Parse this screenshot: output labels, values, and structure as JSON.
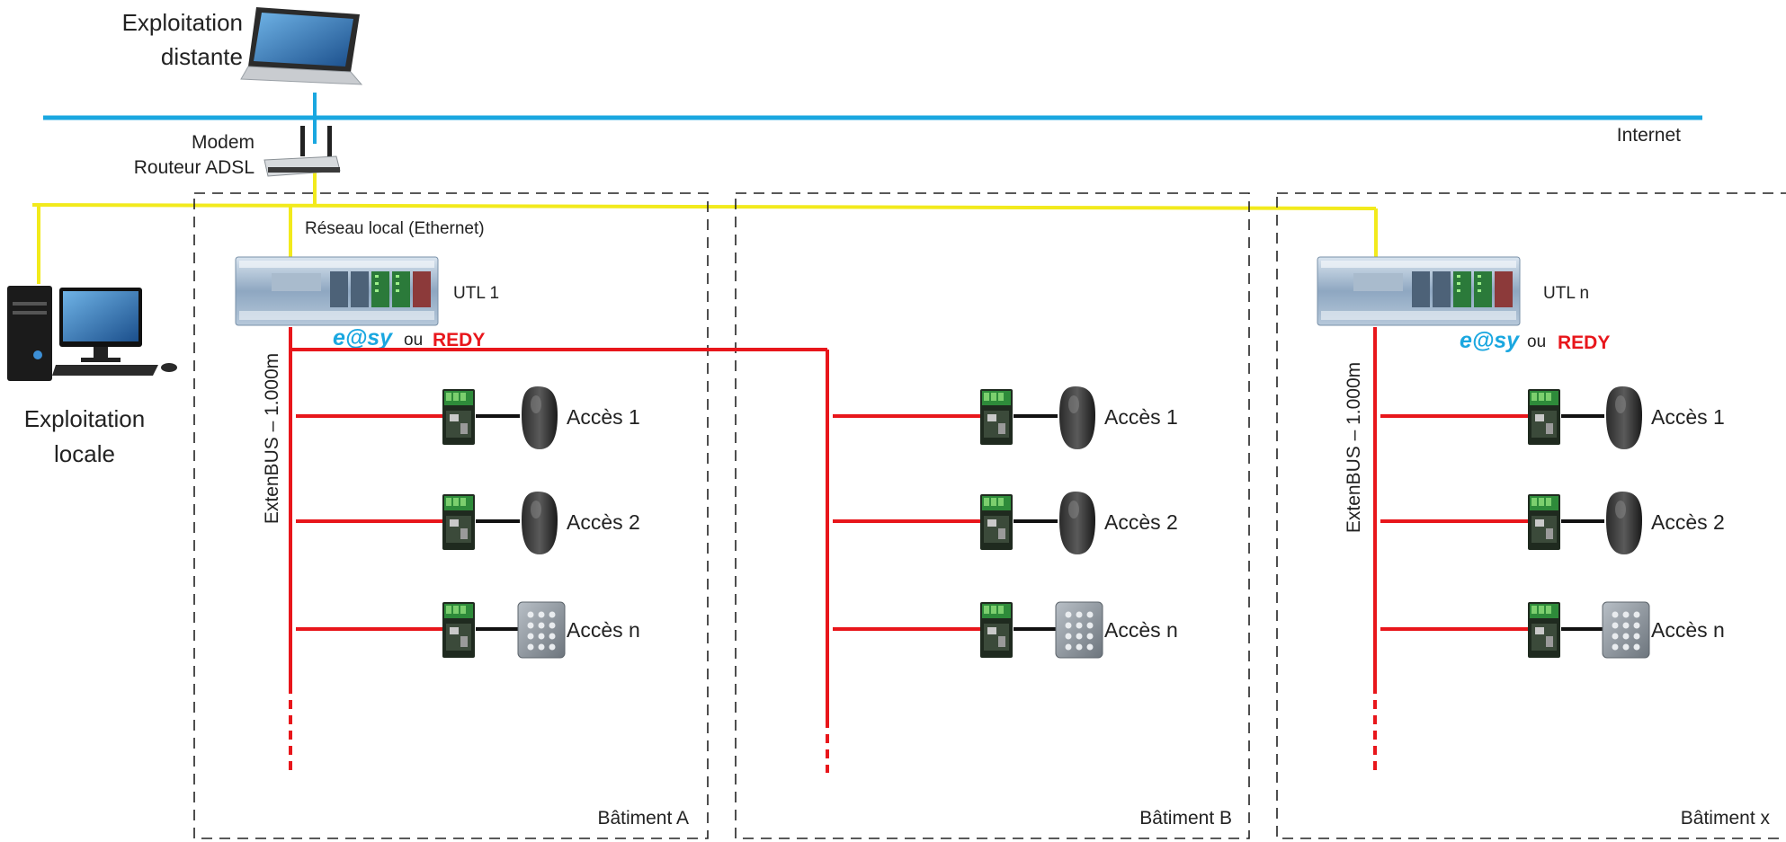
{
  "remote": {
    "label_line1": "Exploitation",
    "label_line2": "distante"
  },
  "internet": {
    "label": "Internet"
  },
  "modem": {
    "label_line1": "Modem",
    "label_line2": "Routeur ADSL"
  },
  "lan": {
    "label": "Réseau local (Ethernet)"
  },
  "local": {
    "label_line1": "Exploitation",
    "label_line2": "locale"
  },
  "controllers": [
    {
      "name": "UTL 1",
      "brand_easy": "e@sy",
      "brand_or": "ou",
      "brand_redy_red": "RED",
      "brand_redy_y": "Y"
    },
    {
      "name": "UTL n",
      "brand_easy": "e@sy",
      "brand_or": "ou",
      "brand_redy_red": "RED",
      "brand_redy_y": "Y"
    }
  ],
  "bus_label": "ExtenBUS – 1.000m",
  "buildings": [
    {
      "name": "Bâtiment A",
      "access": [
        "Accès 1",
        "Accès 2",
        "Accès n"
      ]
    },
    {
      "name": "Bâtiment B",
      "access": [
        "Accès 1",
        "Accès 2",
        "Accès n"
      ]
    },
    {
      "name": "Bâtiment x",
      "access": [
        "Accès 1",
        "Accès 2",
        "Accès n"
      ]
    }
  ],
  "colors": {
    "internet": "#1aa7e0",
    "lan": "#f2ea1c",
    "bus": "#e8161b",
    "easy": "#1aa7e0",
    "redy": "#e8161b"
  }
}
